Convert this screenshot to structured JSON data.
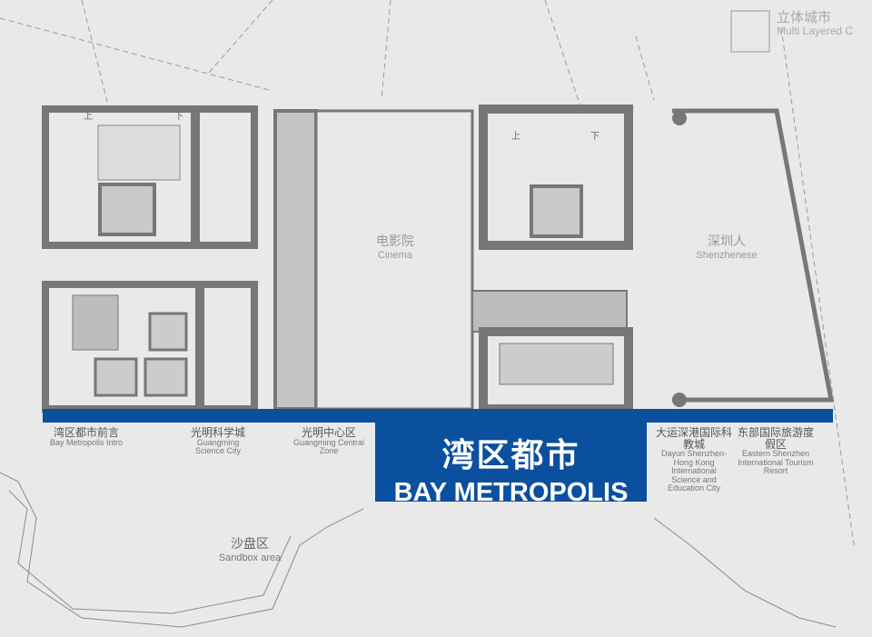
{
  "title": {
    "zh": "湾区都市",
    "en": "BAY METROPOLIS"
  },
  "corner": {
    "zh": "立体城市",
    "en": "Multi Layered C"
  },
  "rooms": [
    {
      "zh": "电影院",
      "en": "Cinema"
    },
    {
      "zh": "深圳人",
      "en": "Shenzhenese"
    },
    {
      "zh": "沙盘区",
      "en": "Sandbox area"
    }
  ],
  "stair_marks": {
    "up": "上",
    "down": "下"
  },
  "zones": [
    {
      "zh": "湾区都市前言",
      "en": "Bay Metropolis Intro"
    },
    {
      "zh": "光明科学城",
      "en": "Guangming Science City"
    },
    {
      "zh": "光明中心区",
      "en": "Guangming Central Zone"
    },
    {
      "zh": "大运深港国际科教城",
      "en": "Dayun Shenzhen-Hong Kong International Science and Education City"
    },
    {
      "zh": "东部国际旅游度假区",
      "en": "Eastern Shenzhen International Tourism Resort"
    }
  ],
  "colors": {
    "accent": "#0b4f9f",
    "wall": "#7a7a7a",
    "floor": "#e9e9e9"
  }
}
